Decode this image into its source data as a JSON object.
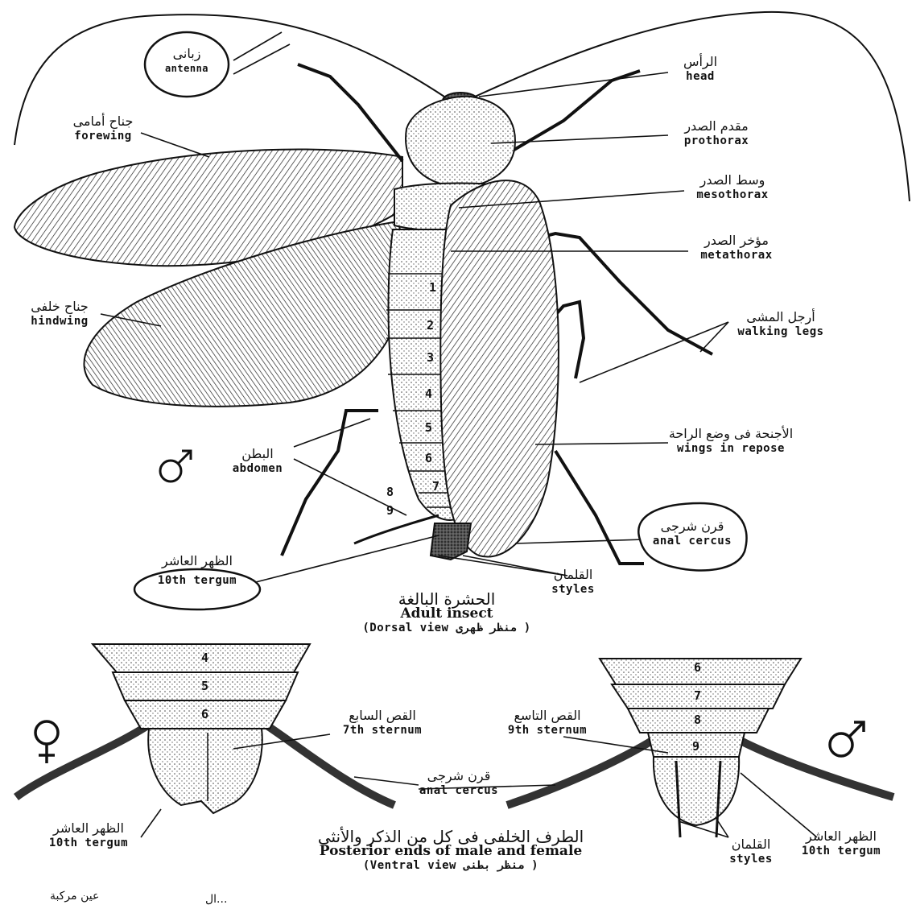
{
  "labels": {
    "antenna": {
      "ar": "زبانى",
      "en": "antenna"
    },
    "head": {
      "ar": "الرأس",
      "en": "head"
    },
    "prothorax": {
      "ar": "مقدم الصدر",
      "en": "prothorax"
    },
    "mesothorax": {
      "ar": "وسط الصدر",
      "en": "mesothorax"
    },
    "metathorax": {
      "ar": "مؤخر الصدر",
      "en": "metathorax"
    },
    "forewing": {
      "ar": "جناح أمامى",
      "en": "forewing"
    },
    "hindwing": {
      "ar": "جناح خلفى",
      "en": "hindwing"
    },
    "walking_legs": {
      "ar": "أرجل المشى",
      "en": "walking legs"
    },
    "wings_in_repose": {
      "ar": "الأجنحة فى وضع الراحة",
      "en": "wings in repose"
    },
    "abdomen": {
      "ar": "البطن",
      "en": "abdomen"
    },
    "anal_cercus": {
      "ar": "قرن شرجى",
      "en": "anal cercus"
    },
    "tenth_tergum": {
      "ar": "الظهر العاشر",
      "en": "10th tergum"
    },
    "styles": {
      "ar": "القلمان",
      "en": "styles"
    }
  },
  "segments": [
    "1",
    "2",
    "3",
    "4",
    "5",
    "6",
    "7",
    "8",
    "9"
  ],
  "adult_title": {
    "ar": "الحشرة البالغة",
    "en": "Adult insect",
    "view": "(Dorsal view  منظر ظهرى )"
  },
  "female": {
    "segments": [
      "4",
      "5",
      "6"
    ],
    "sternum": {
      "ar": "القص السابع",
      "en": "7th sternum"
    },
    "tergum": {
      "ar": "الظهر العاشر",
      "en": "10th tergum"
    }
  },
  "male": {
    "segments": [
      "6",
      "7",
      "8",
      "9"
    ],
    "sternum": {
      "ar": "القص التاسع",
      "en": "9th sternum"
    },
    "tergum": {
      "ar": "الظهر العاشر",
      "en": "10th tergum"
    },
    "styles": {
      "ar": "القلمان",
      "en": "styles"
    }
  },
  "center_cercus": {
    "ar": "قرن شرجى",
    "en": "anal cercus"
  },
  "posterior_title": {
    "ar": "الطرف الخلفى فى كل من الذكر والأنثى",
    "en": "Posterior ends of male and female",
    "view": "(Ventral view  منظر بطنى )"
  },
  "symbols": {
    "male": "♂",
    "female": "♀"
  },
  "cutoff_text": {
    "left": "عين مركبة",
    "right": "...ال"
  }
}
